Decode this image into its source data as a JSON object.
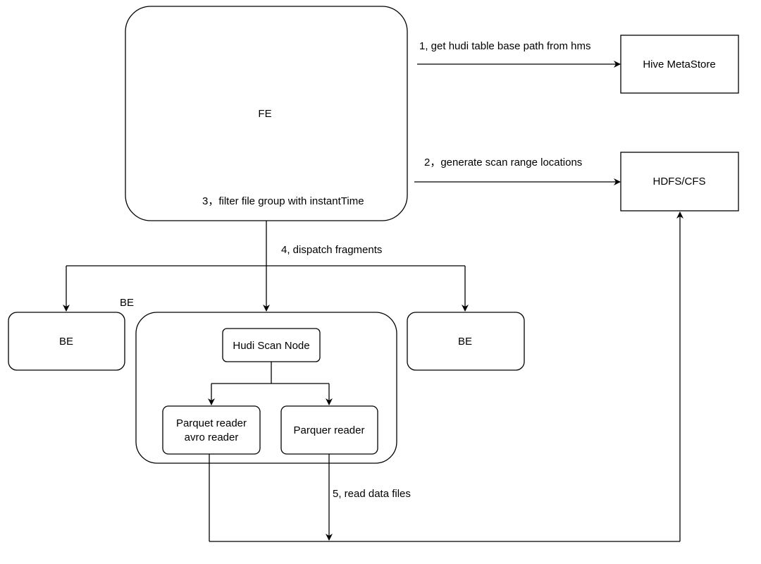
{
  "nodes": {
    "fe": "FE",
    "hive_metastore": "Hive MetaStore",
    "hdfs_cfs": "HDFS/CFS",
    "be_left": "BE",
    "be_right": "BE",
    "be_center_caption": "BE",
    "hudi_scan_node": "Hudi Scan Node",
    "parquet_avro_reader_line1": "Parquet reader",
    "parquet_avro_reader_line2": "avro reader",
    "parquer_reader": "Parquer reader"
  },
  "edges": {
    "step1": "1, get hudi table base path from hms",
    "step2": "2，generate scan range locations",
    "step3": "3，filter file group with instantTime",
    "step4": "4, dispatch fragments",
    "step5": "5, read data files"
  },
  "colors": {
    "stroke": "#000000",
    "fill": "#ffffff",
    "text": "#000000"
  }
}
